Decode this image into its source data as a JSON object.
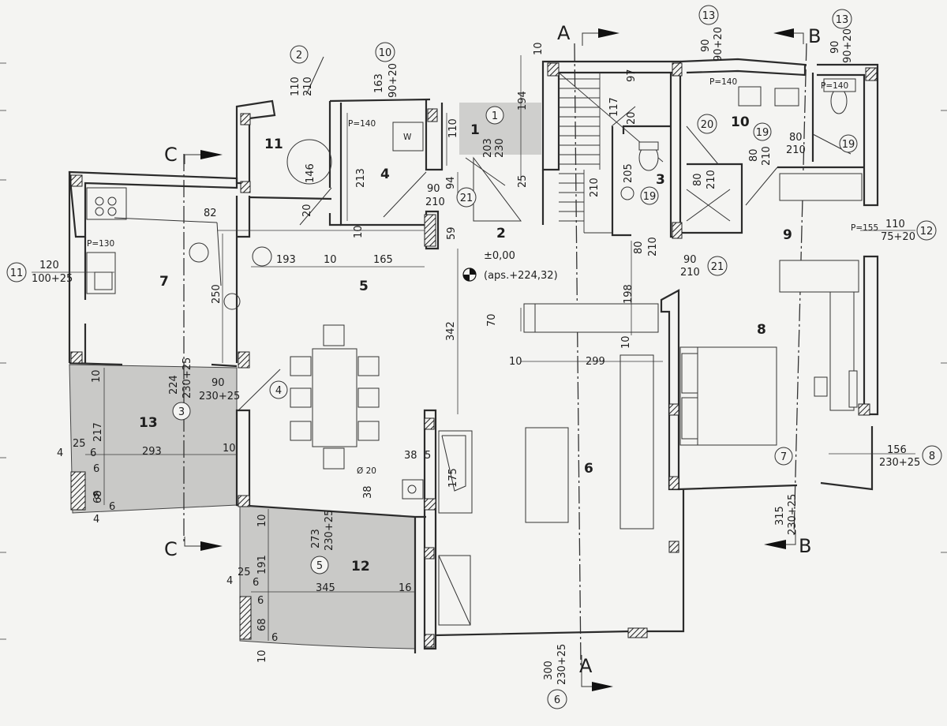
{
  "colors": {
    "paper": "#f4f4f2",
    "ink": "#222222",
    "terrace": "#c9c9c7"
  },
  "sections": {
    "A": "A",
    "B": "B",
    "C": "C"
  },
  "rooms": {
    "r1": "1",
    "r2": "2",
    "r3": "3",
    "r4": "4",
    "r5": "5",
    "r6": "6",
    "r7": "7",
    "r8": "8",
    "r9": "9",
    "r10": "10",
    "r11": "11",
    "r12": "12",
    "r13": "13"
  },
  "markers": {
    "m1": "1",
    "m2": "2",
    "m3": "3",
    "m4": "4",
    "m5": "5",
    "m6": "6",
    "m7": "7",
    "m8": "8",
    "m10": "10",
    "m11": "11",
    "m12": "12",
    "m13a": "13",
    "m13b": "13",
    "m19a": "19",
    "m19b": "19",
    "m19c": "19",
    "m20": "20",
    "m21a": "21",
    "m21b": "21"
  },
  "level": {
    "zero": "±0,00",
    "abs": "(aps.+224,32)"
  },
  "plate": "W",
  "dims": {
    "d_82": "82",
    "d_250": "250",
    "d_193": "193",
    "d_10a": "10",
    "d_165": "165",
    "d_342": "342",
    "d_59": "59",
    "d_20a": "20",
    "d_10b": "10",
    "d_146": "146",
    "d_213": "213",
    "d_110a": "110",
    "d_210a": "210",
    "d_163": "163",
    "d_9020a": "90+20",
    "d_110b": "110",
    "d_203": "203",
    "d_230a": "230",
    "d_194": "194",
    "d_10c": "10",
    "d_25a": "25",
    "d_94": "94",
    "d_90a": "90",
    "d_210b": "210",
    "d_117": "117",
    "d_97": "97",
    "d_20b": "20",
    "d_210c": "210",
    "d_205": "205",
    "d_80a": "80",
    "d_210d": "210",
    "d_80b": "80",
    "d_210e": "210",
    "d_90b": "90",
    "d_210f": "210",
    "d_198": "198",
    "d_10d": "10",
    "d_70": "70",
    "d_10e": "10",
    "d_299": "299",
    "d_p130": "P=130",
    "d_p140a": "P=140",
    "d_p140b": "P=140",
    "d_p155": "P=155",
    "d_80c": "80",
    "d_210g": "210",
    "d_80d": "80",
    "d_210h": "210",
    "d_90c": "90",
    "d_9020b": "90+20",
    "d_90d": "90",
    "d_9020c": "90+20",
    "d_120": "120",
    "d_10025": "100+25",
    "d_110c": "110",
    "d_7520": "75+20",
    "d_10f": "10",
    "d_217": "217",
    "d_224": "224",
    "d_23025a": "230+25",
    "d_90e": "90",
    "d_23025b": "230+25",
    "d_25b": "25",
    "d_4a": "4",
    "d_6a": "6",
    "d_293": "293",
    "d_10g": "10",
    "d_6b": "6",
    "d_6c": "6",
    "d_68a": "68",
    "d_6d": "6",
    "d_4b": "4",
    "d_175": "175",
    "d_385": "38",
    "d_5": "5",
    "d_phi20": "Ø 20",
    "d_38b": "38",
    "d_10h": "10",
    "d_191": "191",
    "d_273": "273",
    "d_23025c": "230+25",
    "d_25c": "25",
    "d_4c": "4",
    "d_6e": "6",
    "d_345": "345",
    "d_16": "16",
    "d_6f": "6",
    "d_68b": "68",
    "d_6g": "6",
    "d_10i": "10",
    "d_156": "156",
    "d_23025d": "230+25",
    "d_315": "315",
    "d_23025e": "230+25",
    "d_300": "300",
    "d_23025f": "230+25"
  }
}
